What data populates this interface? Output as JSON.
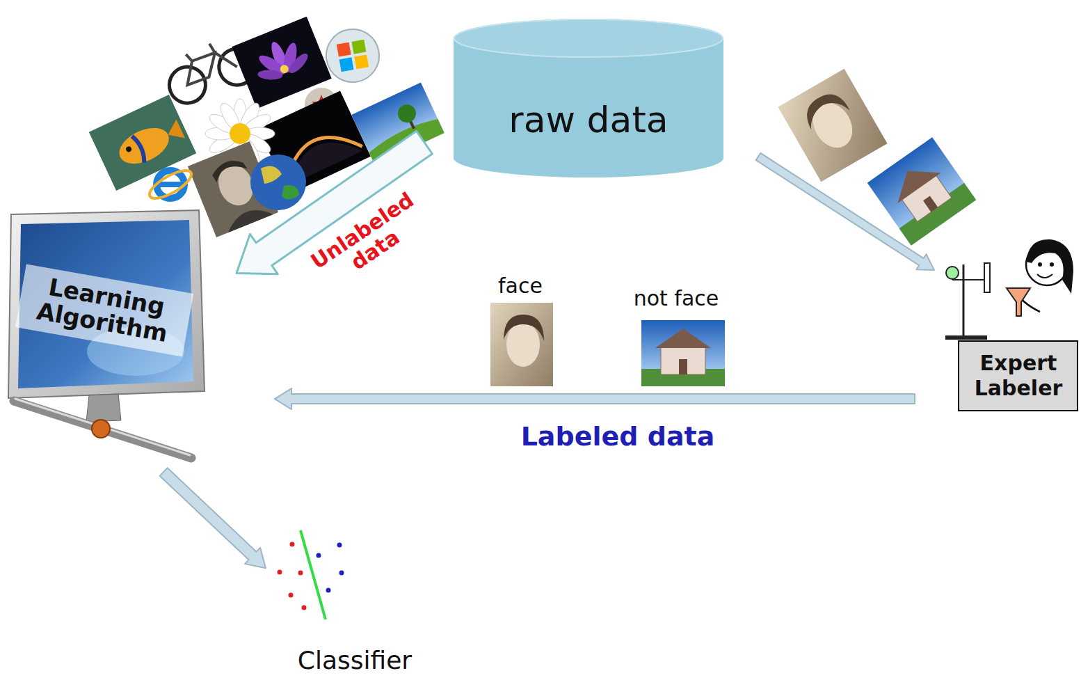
{
  "diagram": {
    "nodes": [
      {
        "text": [
          "raw data"
        ]
      },
      {
        "text": [
          "Learning Algorithm"
        ]
      },
      {
        "text": [
          "Expert Labeler"
        ]
      },
      {
        "text": [
          "Classifier"
        ]
      }
    ],
    "edges": [
      {
        "from": 0,
        "to": 1,
        "arrow": "to",
        "label": "Unlabeled data"
      },
      {
        "from": 0,
        "to": 2,
        "arrow": "to"
      },
      {
        "from": 2,
        "to": 1,
        "arrow": "to",
        "label": "Labeled data"
      },
      {
        "from": 1,
        "to": 3,
        "arrow": "to"
      }
    ],
    "labels": [
      "face",
      "not face"
    ]
  }
}
